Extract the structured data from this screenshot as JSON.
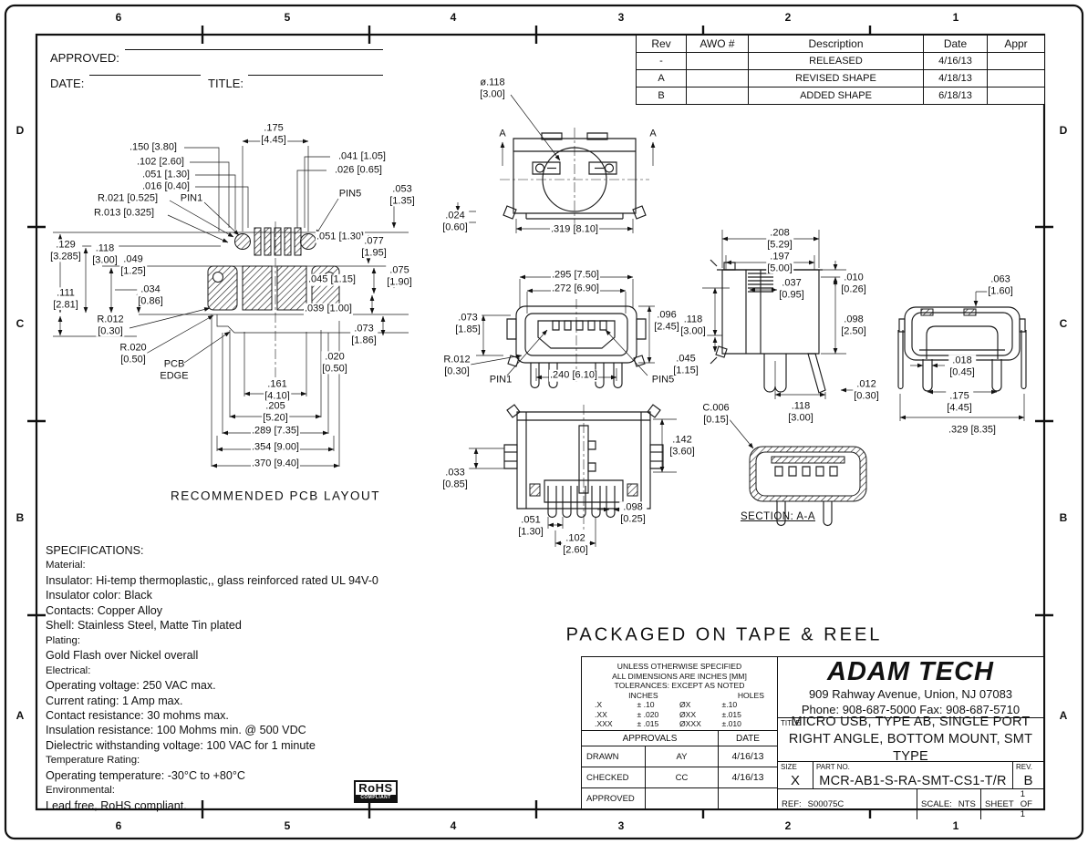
{
  "sheet": {
    "zone_columns": [
      "6",
      "5",
      "4",
      "3",
      "2",
      "1"
    ],
    "zone_rows": [
      "D",
      "C",
      "B",
      "A"
    ]
  },
  "approval_strip": {
    "approved_label": "APPROVED:",
    "date_label": "DATE:",
    "title_label": "TITLE:"
  },
  "revision_table": {
    "headers": [
      "Rev",
      "AWO #",
      "Description",
      "Date",
      "Appr"
    ],
    "rows": [
      {
        "rev": "-",
        "awo": "",
        "description": "RELEASED",
        "date": "4/16/13",
        "appr": ""
      },
      {
        "rev": "A",
        "awo": "",
        "description": "REVISED SHAPE",
        "date": "4/18/13",
        "appr": ""
      },
      {
        "rev": "B",
        "awo": "",
        "description": "ADDED SHAPE",
        "date": "6/18/13",
        "appr": ""
      }
    ]
  },
  "views": {
    "pcb_layout": {
      "caption": "RECOMMENDED PCB LAYOUT",
      "pin1": "PIN1",
      "pin5": "PIN5",
      "pcb_edge": "PCB\nEDGE",
      "dims": [
        ".175\n[4.45]",
        ".150 [3.80]",
        ".102 [2.60]",
        ".051 [1.30]",
        ".016 [0.40]",
        ".041 [1.05]",
        ".026 [0.65]",
        "R.021 [0.525]",
        "R.013 [0.325]",
        ".053\n[1.35]",
        ".051 [1.30]",
        ".077\n[1.95]",
        ".129\n[3.285]",
        ".118\n[3.00]",
        ".049\n[1.25]",
        ".075\n[1.90]",
        ".045 [1.15]",
        ".111\n[2.81]",
        ".034\n[0.86]",
        ".039 [1.00]",
        "R.012\n[0.30]",
        ".073\n[1.86]",
        "R.020\n[0.50]",
        ".020\n[0.50]",
        ".161\n[4.10]",
        ".205\n[5.20]",
        ".289 [7.35]",
        ".354 [9.00]",
        ".370 [9.40]"
      ]
    },
    "top_view": {
      "section_label": "A",
      "dims": [
        "ø.118\n[3.00]",
        ".024\n[0.60]",
        ".319 [8.10]"
      ]
    },
    "front_view": {
      "pin1": "PIN1",
      "pin5": "PIN5",
      "dims": [
        ".295 [7.50]",
        ".272 [6.90]",
        ".073\n[1.85]",
        ".096\n[2.45]",
        "R.012\n[0.30]",
        ".240 [6.10]"
      ]
    },
    "side_view": {
      "dims": [
        ".208\n[5.29]",
        ".197\n[5.00]",
        ".037\n[0.95]",
        ".010\n[0.26]",
        ".118\n[3.00]",
        ".098\n[2.50]",
        ".045\n[1.15]",
        ".118\n[3.00]",
        ".012\n[0.30]"
      ]
    },
    "rear_view": {
      "dims": [
        ".063\n[1.60]",
        ".018\n[0.45]",
        ".175\n[4.45]",
        ".329 [8.35]"
      ]
    },
    "bottom_view": {
      "dims": [
        ".142\n[3.60]",
        ".033\n[0.85]",
        ".098\n[0.25]",
        ".051\n[1.30]",
        ".102\n[2.60]"
      ]
    },
    "section_view": {
      "caption": "SECTION: A-A",
      "dims": [
        "C.006\n[0.15]"
      ]
    }
  },
  "notes": {
    "packaging": "PACKAGED ON TAPE & REEL"
  },
  "specifications": {
    "lines": [
      "SPECIFICATIONS:",
      "Material:",
      "Insulator: Hi-temp thermoplastic,, glass reinforced rated UL 94V-0",
      "Insulator color: Black",
      "Contacts: Copper Alloy",
      "Shell: Stainless Steel, Matte Tin plated",
      "Plating:",
      "Gold Flash over Nickel overall",
      "Electrical:",
      "Operating voltage: 250 VAC max.",
      "Current rating: 1 Amp max.",
      "Contact resistance: 30 mohms max.",
      "Insulation resistance: 100 Mohms min. @ 500 VDC",
      "Dielectric withstanding voltage: 100 VAC for 1 minute",
      "Temperature Rating:",
      "Operating temperature: -30°C to +80°C",
      "Environmental:",
      "Lead free, RoHS compliant."
    ]
  },
  "rohs_badge": {
    "line1": "RoHS",
    "line2": "COMPLIANT"
  },
  "title_block": {
    "tolerance_note": {
      "line1": "UNLESS OTHERWISE SPECIFIED",
      "line2": "ALL DIMENSIONS ARE INCHES [MM]",
      "line3": "TOLERANCES: EXCEPT AS NOTED",
      "inches_header": "INCHES",
      "holes_header": "HOLES",
      "rows": [
        {
          "inch_fmt": ".X",
          "inch_tol": "± .10",
          "hole_fmt": "ØX",
          "hole_tol": "±.10"
        },
        {
          "inch_fmt": ".XX",
          "inch_tol": "± .020",
          "hole_fmt": "ØXX",
          "hole_tol": "±.015"
        },
        {
          "inch_fmt": ".XXX",
          "inch_tol": "± .015",
          "hole_fmt": "ØXXX",
          "hole_tol": "±.010"
        }
      ]
    },
    "approvals": {
      "header_left": "APPROVALS",
      "header_right": "DATE",
      "rows": [
        {
          "role": "DRAWN",
          "name": "AY",
          "date": "4/16/13"
        },
        {
          "role": "CHECKED",
          "name": "CC",
          "date": "4/16/13"
        },
        {
          "role": "APPROVED",
          "name": "",
          "date": ""
        }
      ]
    },
    "company": {
      "name": "ADAM TECH",
      "address": "909 Rahway Avenue, Union, NJ 07083",
      "phone": "Phone: 908-687-5000 Fax: 908-687-5710"
    },
    "title_label": "TITLE",
    "title_line1": "MICRO USB, TYPE AB, SINGLE PORT",
    "title_line2": "RIGHT ANGLE, BOTTOM MOUNT, SMT TYPE",
    "size_label": "SIZE",
    "size_value": "X",
    "part_label": "PART NO.",
    "part_value": "MCR-AB1-S-RA-SMT-CS1-T/R",
    "rev_label": "REV.",
    "rev_value": "B",
    "ref_label": "REF:",
    "ref_value": "S00075C",
    "scale_label": "SCALE:",
    "scale_value": "NTS",
    "sheet_label": "SHEET",
    "sheet_value": "1 OF 1"
  }
}
